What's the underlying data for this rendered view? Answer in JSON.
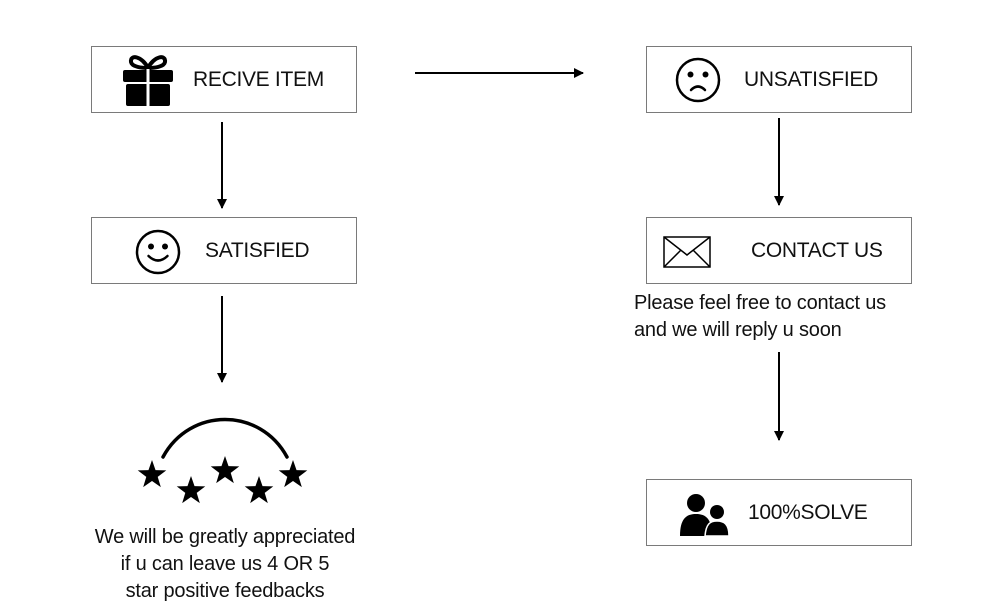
{
  "nodes": {
    "receive": {
      "label": "RECIVE ITEM",
      "icon": "gift-icon"
    },
    "unsatisfied": {
      "label": "UNSATISFIED",
      "icon": "sad-face-icon"
    },
    "satisfied": {
      "label": "SATISFIED",
      "icon": "smiley-face-icon"
    },
    "contact": {
      "label": "CONTACT US",
      "icon": "envelope-icon"
    },
    "solve": {
      "label": "100%SOLVE",
      "icon": "people-icon"
    }
  },
  "contact_note": {
    "lines": [
      "Please feel free to contact us",
      "and we will reply u soon"
    ]
  },
  "feedback": {
    "icon": "five-stars-icon",
    "lines": [
      "We will be greatly appreciated",
      "if u can leave us 4 OR 5",
      "star positive feedbacks"
    ]
  }
}
